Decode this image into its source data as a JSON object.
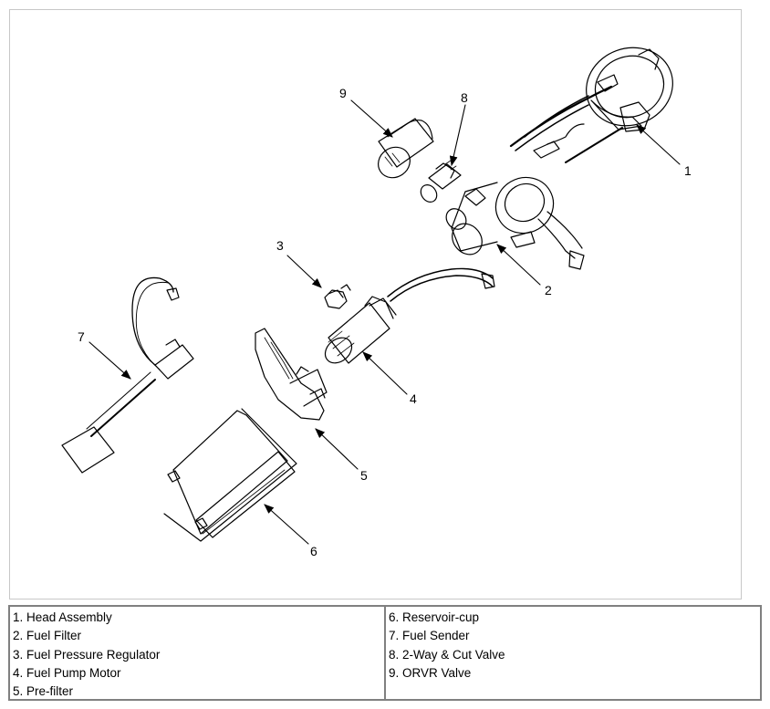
{
  "callouts": [
    "1",
    "2",
    "3",
    "4",
    "5",
    "6",
    "7",
    "8",
    "9"
  ],
  "legend": {
    "left": [
      "1. Head Assembly",
      "2. Fuel Filter",
      "3. Fuel Pressure Regulator",
      "4. Fuel Pump Motor",
      "5. Pre-filter"
    ],
    "right": [
      "6. Reservoir-cup",
      "7. Fuel Sender",
      "8. 2-Way & Cut Valve",
      "9. ORVR Valve"
    ]
  }
}
